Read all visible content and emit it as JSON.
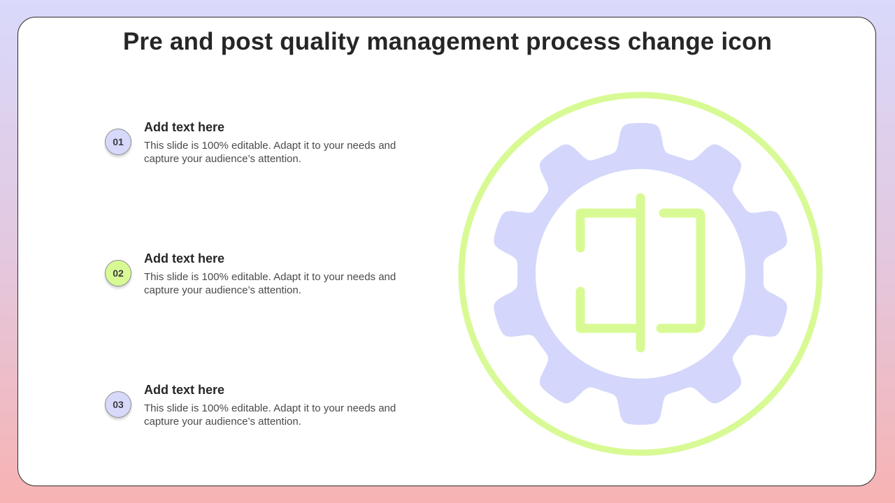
{
  "slide": {
    "title": "Pre and post quality management process change icon"
  },
  "items": [
    {
      "number": "01",
      "heading": "Add text here",
      "body": "This slide is 100% editable. Adapt it to your needs and capture your audience’s attention.",
      "badge_color": "#d7d9fb"
    },
    {
      "number": "02",
      "heading": "Add text here",
      "body": "This slide is 100% editable. Adapt it to your needs and capture your audience’s attention.",
      "badge_color": "#d8fa95"
    },
    {
      "number": "03",
      "heading": "Add text here",
      "body": "This slide is 100% editable. Adapt it to your needs and capture your audience’s attention.",
      "badge_color": "#d7d9fb"
    }
  ],
  "icon": {
    "name": "gear-process-change-icon",
    "ring_color": "#d8fa95",
    "gear_color": "#d4d7fb",
    "glyph_color": "#d8fa95"
  }
}
